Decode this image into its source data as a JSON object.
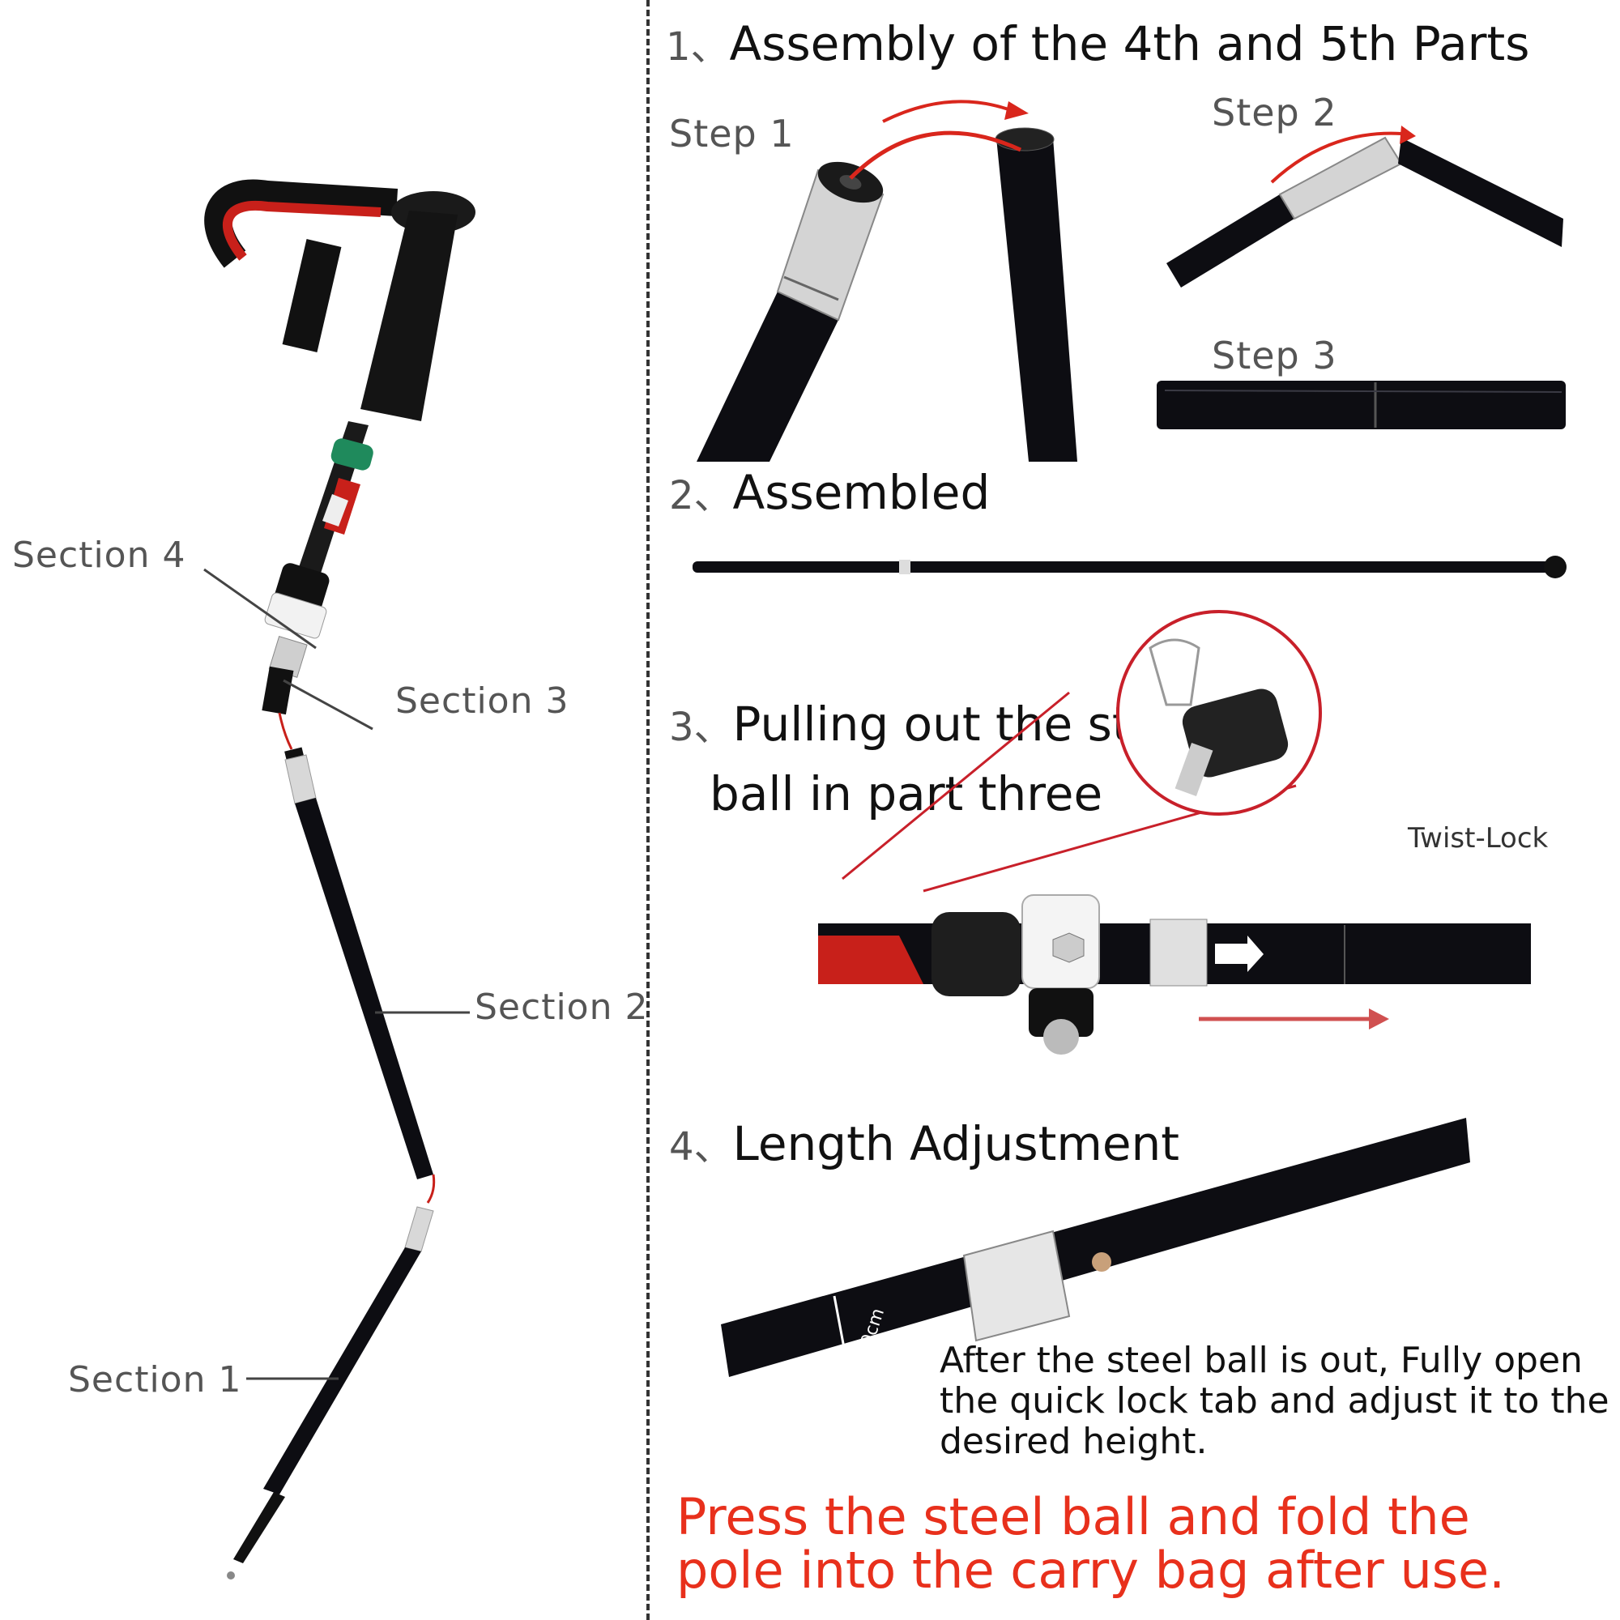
{
  "section_labels": {
    "s4": "Section 4",
    "s3": "Section 3",
    "s2": "Section 2",
    "s1": "Section 1"
  },
  "step1": {
    "number": "1、",
    "title": "Assembly of the 4th and 5th Parts",
    "sub_steps": [
      "Step 1",
      "Step 2",
      "Step 3"
    ]
  },
  "step2": {
    "number": "2、",
    "title": "Assembled"
  },
  "step3": {
    "number": "3、",
    "title_line1": "Pulling out the steel",
    "title_line2": "ball in part three",
    "callout": "Twist-Lock"
  },
  "step4": {
    "number": "4、",
    "title": "Length Adjustment",
    "note": "After the steel ball is out, Fully open the quick lock tab and adjust it to the desired height.",
    "marking": "110cm"
  },
  "footer_warning": "Press the steel ball and fold the pole into the carry bag after use.",
  "colors": {
    "warning": "#e8301c",
    "pole": "#0d0d12",
    "accent_red": "#c8201a",
    "label_grey": "#555555"
  }
}
